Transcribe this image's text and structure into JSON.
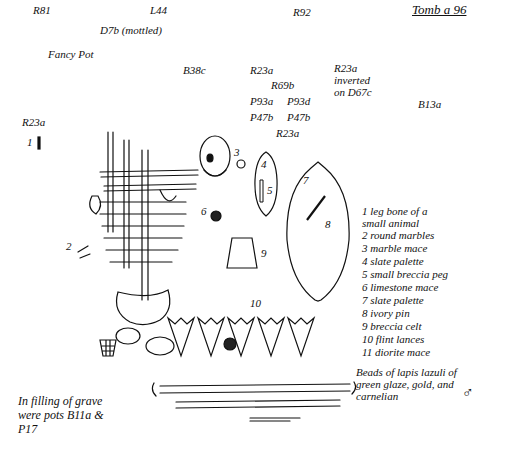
{
  "diagram": {
    "title": "Tomb a 96",
    "nodes": [
      {
        "text": [
          "4",
          "5"
        ]
      },
      {
        "text": [
          "7",
          "8"
        ]
      },
      {
        "text": [
          "9"
        ]
      }
    ],
    "labels": [
      "R81",
      "L44",
      "R92",
      "D7b (mottled)",
      "Fancy Pot",
      "B38c",
      "R23a",
      "R69b",
      "R23a inverted on D67c",
      "P93a",
      "P93d",
      "P47b",
      "P47b",
      "B13a",
      "R23a",
      "R23a",
      "1",
      "3",
      "6",
      "2",
      "10",
      "1 leg bone of a small animal",
      "2 round marbles",
      "3 marble mace",
      "4 slate palette",
      "5 small breccia peg",
      "6 limestone mace",
      "7 slate palette",
      "8 ivory pin",
      "9 breccia celt",
      "10 flint lances",
      "11 diorite mace",
      "Beads of lapis lazuli of green glaze, gold, and carnelian",
      "In filling of grave were pots B11a & P17",
      "♂"
    ]
  }
}
